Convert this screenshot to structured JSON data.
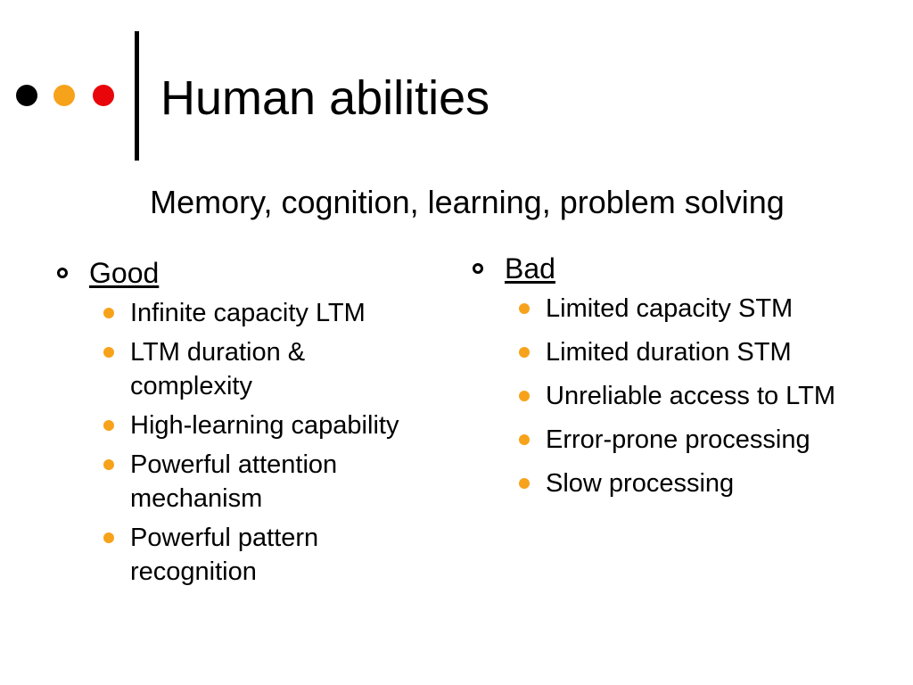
{
  "colors": {
    "dot_black": "#000000",
    "dot_orange": "#f7a21b",
    "dot_red": "#e8060b",
    "list_bullet": "#f7a21b"
  },
  "title": "Human abilities",
  "subtitle": "Memory, cognition, learning, problem solving",
  "good": {
    "heading": "Good",
    "items": [
      "Infinite capacity LTM",
      "LTM duration & complexity",
      "High-learning capability",
      "Powerful attention mechanism",
      "Powerful pattern recognition"
    ]
  },
  "bad": {
    "heading": "Bad",
    "items": [
      "Limited capacity STM",
      "Limited duration STM",
      "Unreliable access to LTM",
      "Error-prone processing",
      "Slow processing"
    ]
  }
}
